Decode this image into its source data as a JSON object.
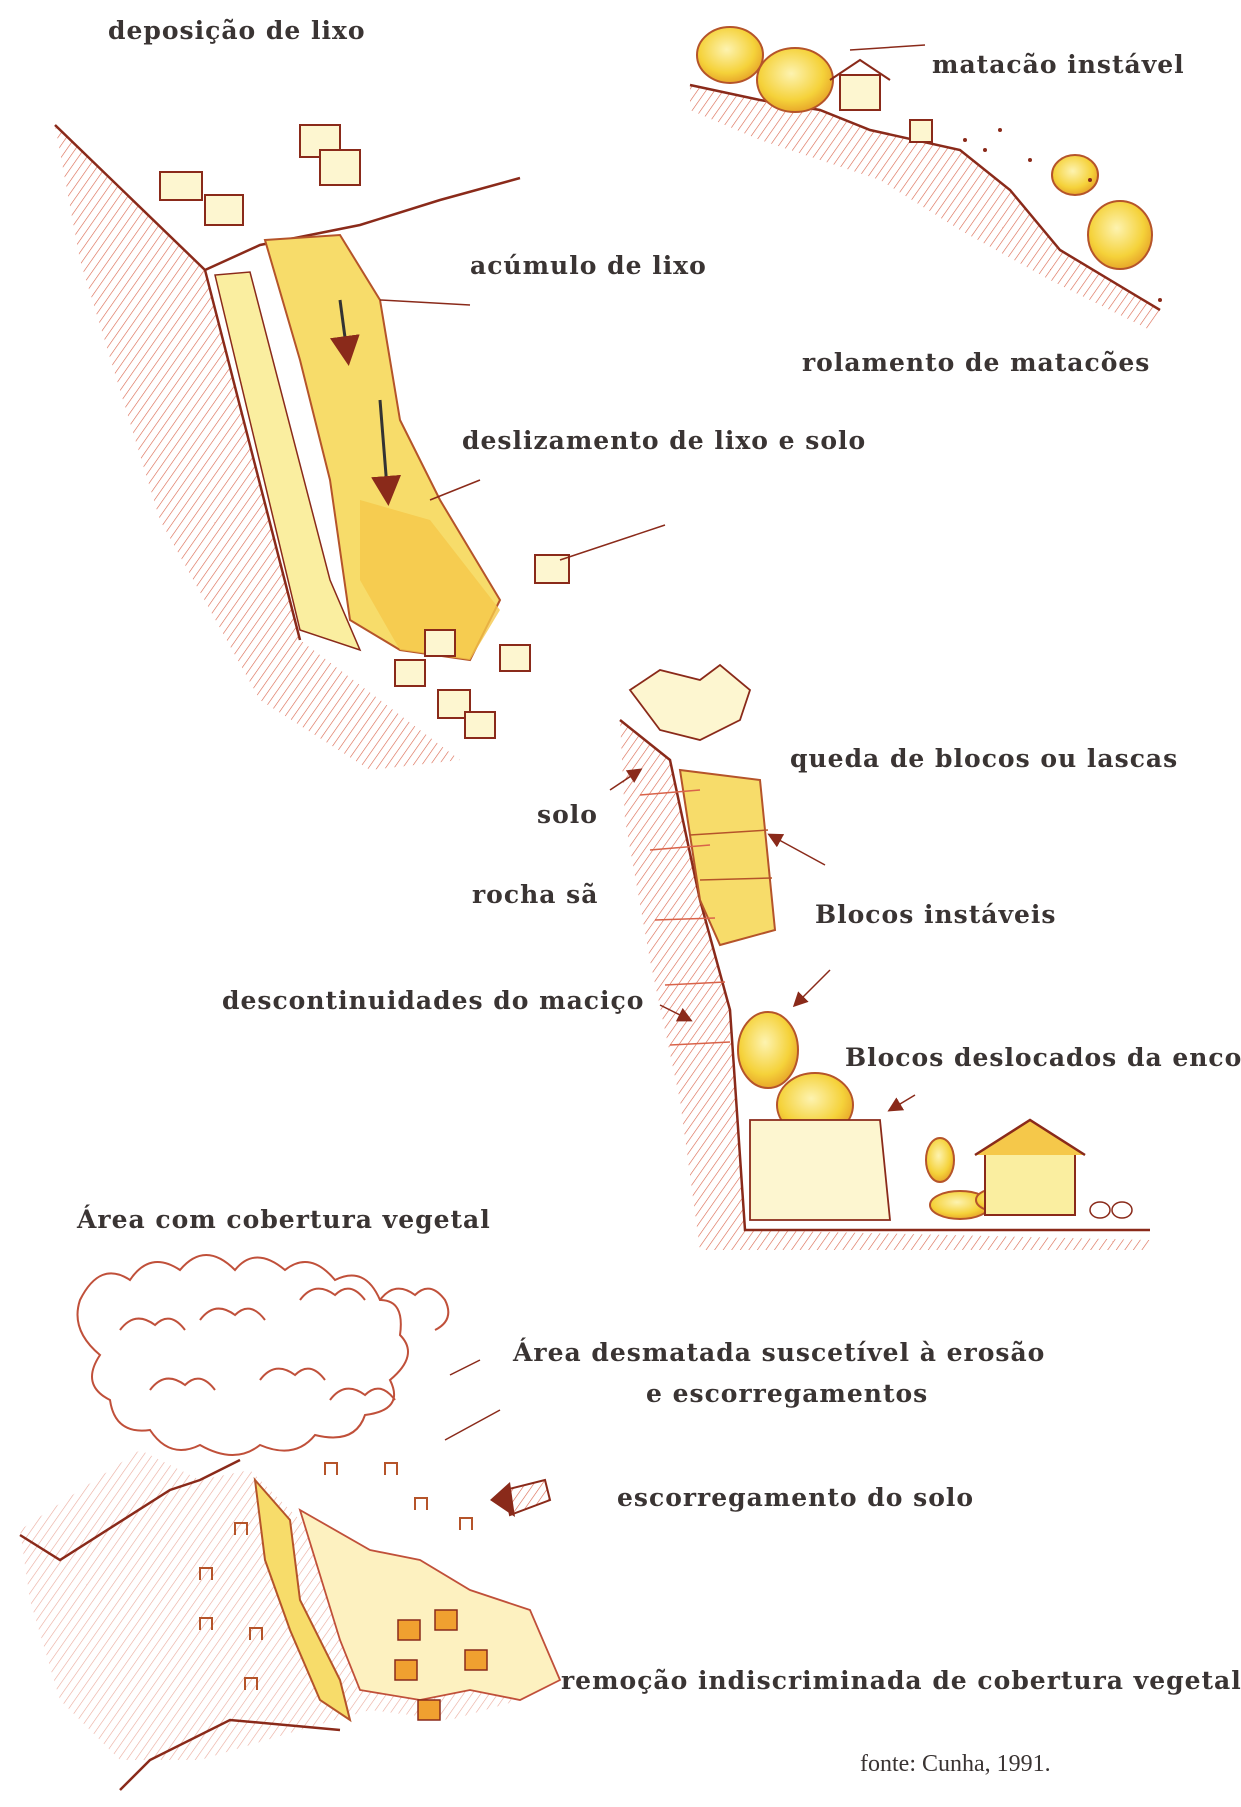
{
  "labels": {
    "deposicao_lixo": "deposição de lixo",
    "acumulo_lixo": "acúmulo de lixo",
    "deslizamento": "deslizamento de lixo e solo",
    "matacao_instavel": "matacão instável",
    "rolamento": "rolamento de matacões",
    "queda_blocos": "queda de blocos ou lascas",
    "solo": "solo",
    "rocha_sa": "rocha sã",
    "blocos_instaveis": "Blocos instáveis",
    "descontinuidades": "descontinuidades do maciço",
    "blocos_deslocados": "Blocos deslocados da enco:",
    "area_vegetal": "Área com cobertura vegetal",
    "area_desmatada_1": "Área desmatada suscetível à erosão",
    "area_desmatada_2": "e escorregamentos",
    "escorregamento_solo": "escorregamento do solo",
    "remocao": "remoção indiscriminada de cobertura vegetal",
    "fonte": "fonte: Cunha, 1991."
  },
  "colors": {
    "ink": "#3a3433",
    "sketch": "#8a2a1a",
    "hatch": "#d9634a",
    "yellow": "#f5d23a",
    "pale_yellow": "#faeea0",
    "orange": "#f0a030"
  }
}
